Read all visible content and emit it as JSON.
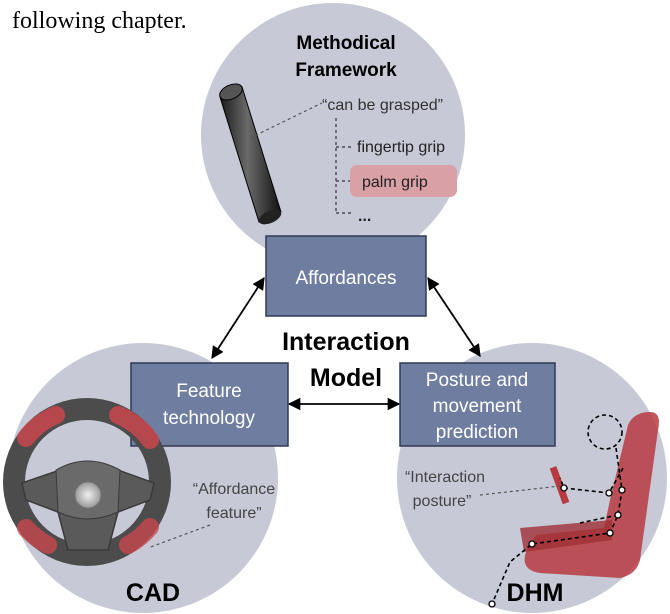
{
  "top_caption": "following chapter.",
  "nodes": {
    "methodical_framework": {
      "line1": "Methodical",
      "line2": "Framework"
    },
    "cad": {
      "title": "CAD"
    },
    "dhm": {
      "title": "DHM"
    }
  },
  "boxes": {
    "affordances": {
      "label": "Affordances"
    },
    "feature_technology": {
      "line1": "Feature",
      "line2": "technology"
    },
    "posture_prediction": {
      "line1": "Posture and",
      "line2": "movement",
      "line3": "prediction"
    }
  },
  "center_label": {
    "line1": "Interaction",
    "line2": "Model"
  },
  "framework_tree": {
    "root": "“can be grasped”",
    "items": [
      "fingertip grip",
      "palm grip",
      "..."
    ],
    "highlighted": "palm grip"
  },
  "annotations": {
    "affordance_feature": {
      "line1": "“Affordance",
      "line2": "feature”"
    },
    "interaction_posture": {
      "line1": "“Interaction",
      "line2": "posture”"
    }
  },
  "colors": {
    "circle_fill": "#c7c9d6",
    "box_fill": "#6f7da0",
    "box_stroke": "#2f3a55",
    "highlight": "#d9a0a6",
    "accent_red": "#c8474e",
    "seat_red": "#b73a41"
  }
}
